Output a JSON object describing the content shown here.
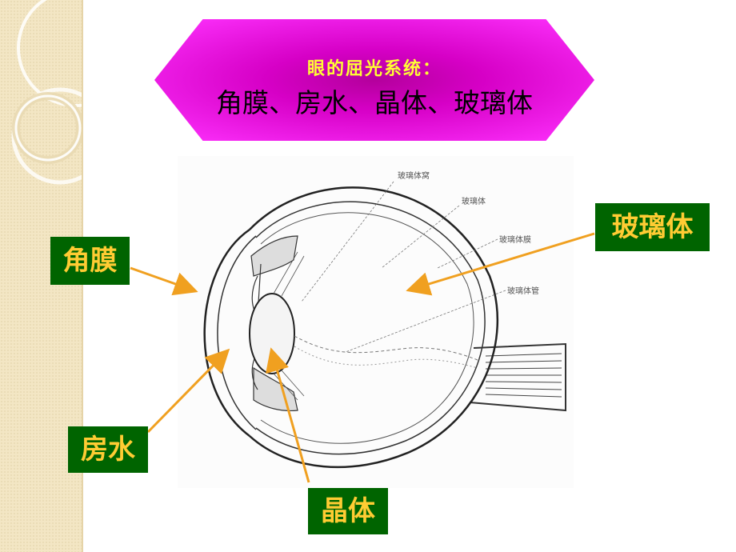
{
  "title": {
    "heading": "眼的屈光系统：",
    "subtitle": "角膜、房水、晶体、玻璃体"
  },
  "labels": {
    "cornea": "角膜",
    "aqueous": "房水",
    "lens": "晶体",
    "vitreous": "玻璃体"
  },
  "figure_annotations": {
    "vitreous_chamber": "玻璃体窝",
    "vitreous_body": "玻璃体",
    "vitreous_membrane": "玻璃体膜",
    "vitreous_canal": "玻璃体管"
  },
  "colors": {
    "title_hex": "#d600c6",
    "heading_text": "#ffff33",
    "label_box": "#006400",
    "label_text": "#ffcc33",
    "arrow": "#f0a020"
  }
}
